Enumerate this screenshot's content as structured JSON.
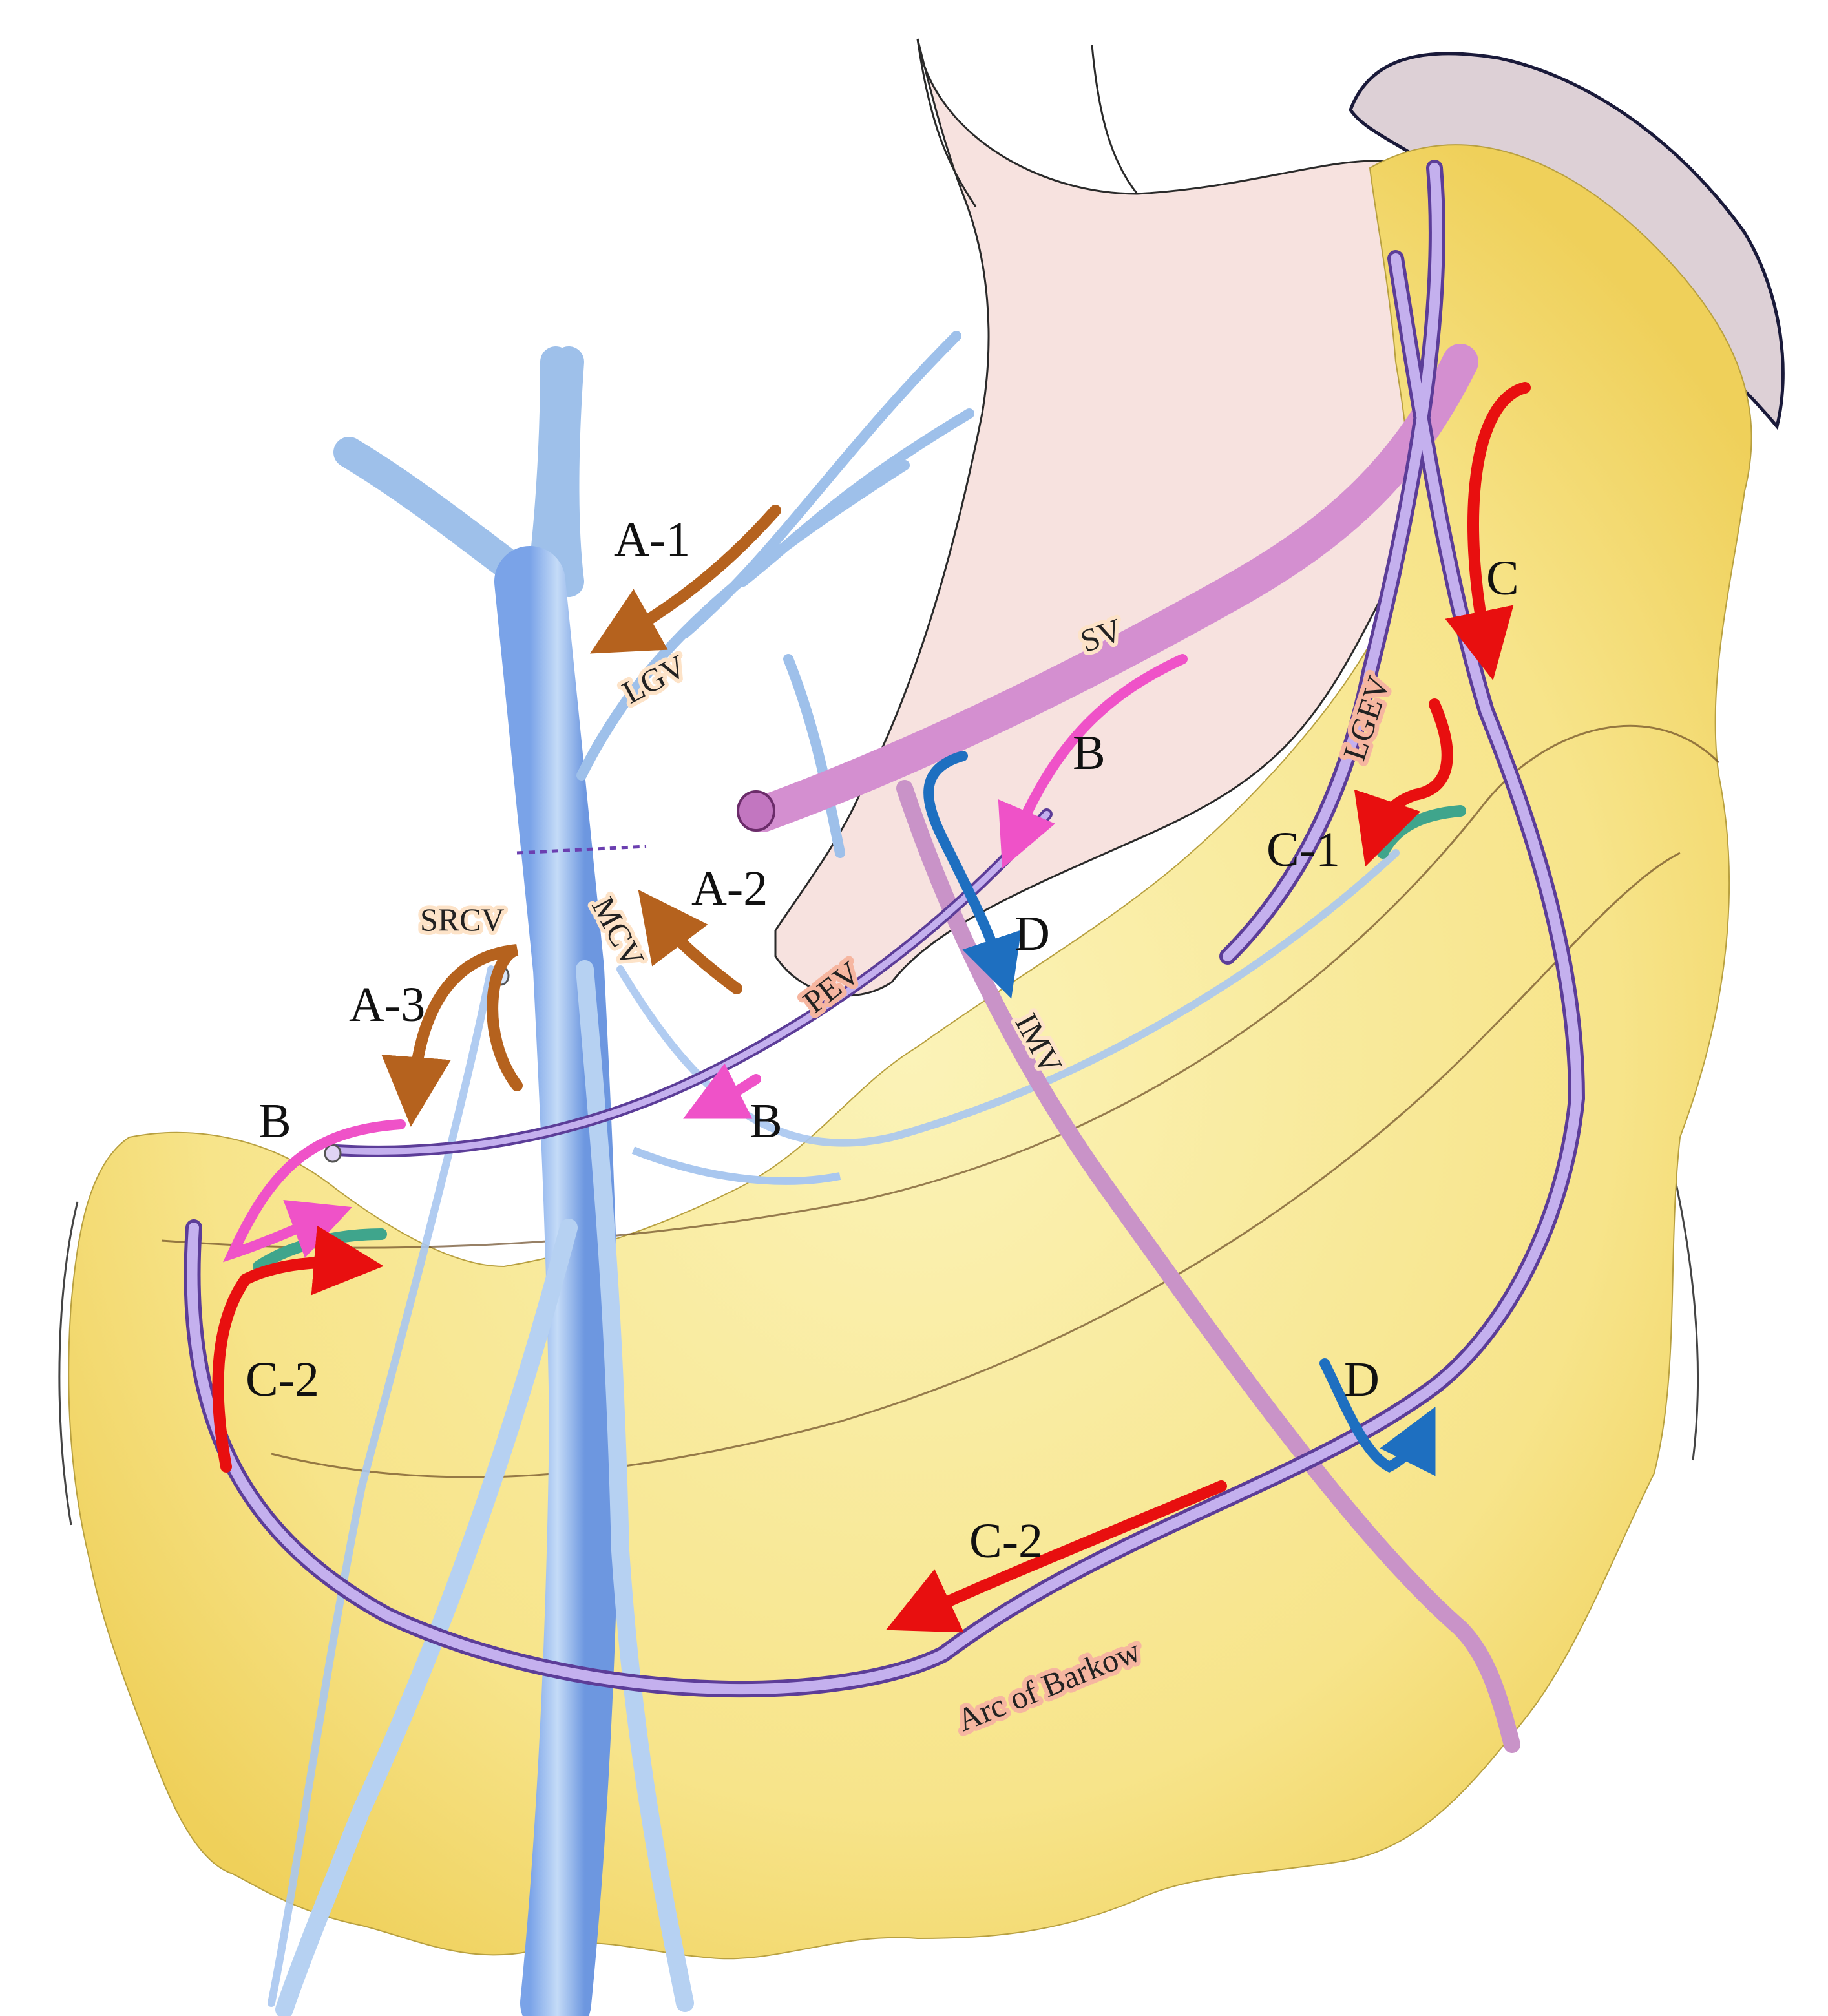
{
  "colors": {
    "background": "#ffffff",
    "omentum_fat": "#f5dc6e",
    "omentum_light": "#fbf3b8",
    "stomach": "#f7e2df",
    "spleen": "#ddd0d6",
    "portal_system": "#9ec0ea",
    "portal_dark": "#4f82d8",
    "splenic_vein": "#d48fd0",
    "collateral_vein": "#9b7fd4",
    "gastroepiploic_outline": "#5c3d98",
    "arrow_A": "#b5621e",
    "arrow_B": "#ef52c8",
    "arrow_C": "#e80f0f",
    "arrow_D": "#1e6fc0",
    "ligated_stump": "#3fa58c"
  },
  "labels": {
    "a1": "A-1",
    "a2": "A-2",
    "a3": "A-3",
    "b_top": "B",
    "b_mid": "B",
    "b_left": "B",
    "c": "C",
    "c1": "C-1",
    "c2_left": "C-2",
    "c2_bottom": "C-2",
    "d_top": "D",
    "d_bottom": "D",
    "lgv": "LGV",
    "sv": "SV",
    "lgev": "LGEV",
    "srcv": "SRCV",
    "mcv": "MCV",
    "pev": "PEV",
    "imv": "IMV",
    "arc_of_barkow": "Arc of Barkow"
  },
  "icons": [
    "ligated-vessel-stump",
    "flow-arrow",
    "suture-line"
  ]
}
